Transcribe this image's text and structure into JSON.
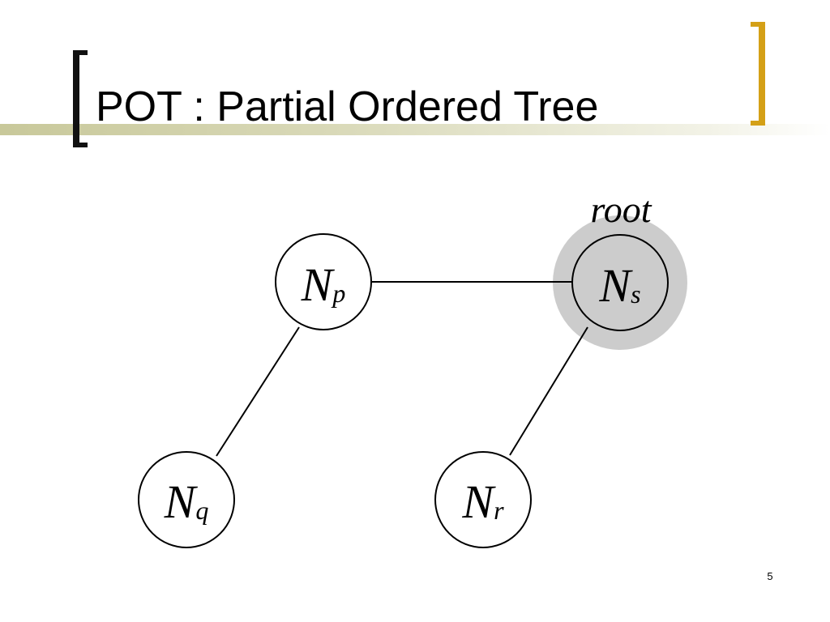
{
  "slide": {
    "title": "POT : Partial Ordered Tree",
    "page_number": "5",
    "colors": {
      "left_bracket": "#111111",
      "right_bracket": "#d4a017",
      "title_band": "#c8c89a",
      "root_halo": "#cccccc"
    }
  },
  "diagram": {
    "root_label": "root",
    "nodes": [
      {
        "id": "p",
        "main": "N",
        "sub": "p",
        "is_root": false
      },
      {
        "id": "s",
        "main": "N",
        "sub": "s",
        "is_root": true
      },
      {
        "id": "q",
        "main": "N",
        "sub": "q",
        "is_root": false
      },
      {
        "id": "r",
        "main": "N",
        "sub": "r",
        "is_root": false
      }
    ],
    "edges": [
      {
        "from": "p",
        "to": "s"
      },
      {
        "from": "p",
        "to": "q"
      },
      {
        "from": "s",
        "to": "r"
      }
    ]
  }
}
